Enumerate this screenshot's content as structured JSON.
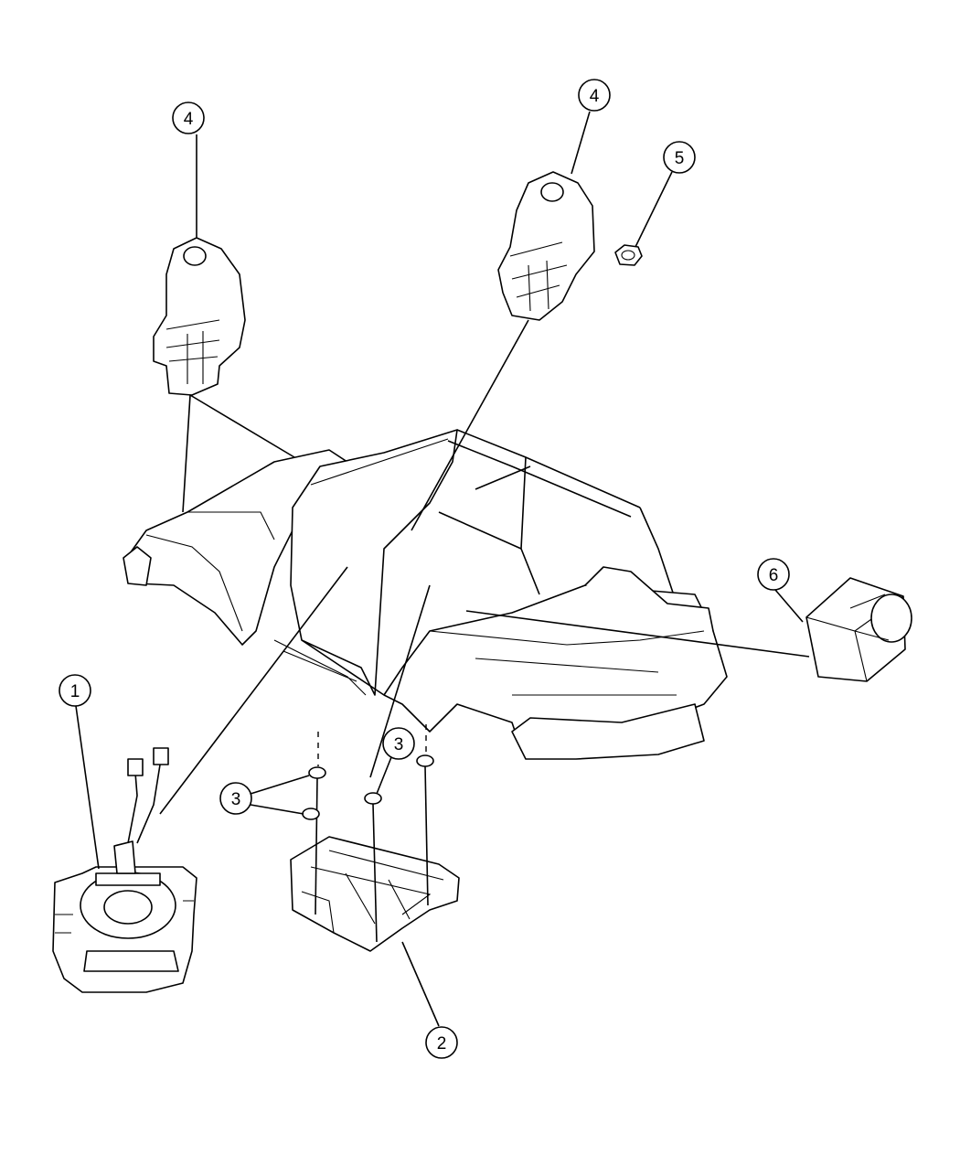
{
  "callouts": [
    {
      "id": "callout-1",
      "label": "1"
    },
    {
      "id": "callout-2",
      "label": "2"
    },
    {
      "id": "callout-3a",
      "label": "3"
    },
    {
      "id": "callout-3b",
      "label": "3"
    },
    {
      "id": "callout-4a",
      "label": "4"
    },
    {
      "id": "callout-4b",
      "label": "4"
    },
    {
      "id": "callout-5",
      "label": "5"
    },
    {
      "id": "callout-6",
      "label": "6"
    }
  ]
}
